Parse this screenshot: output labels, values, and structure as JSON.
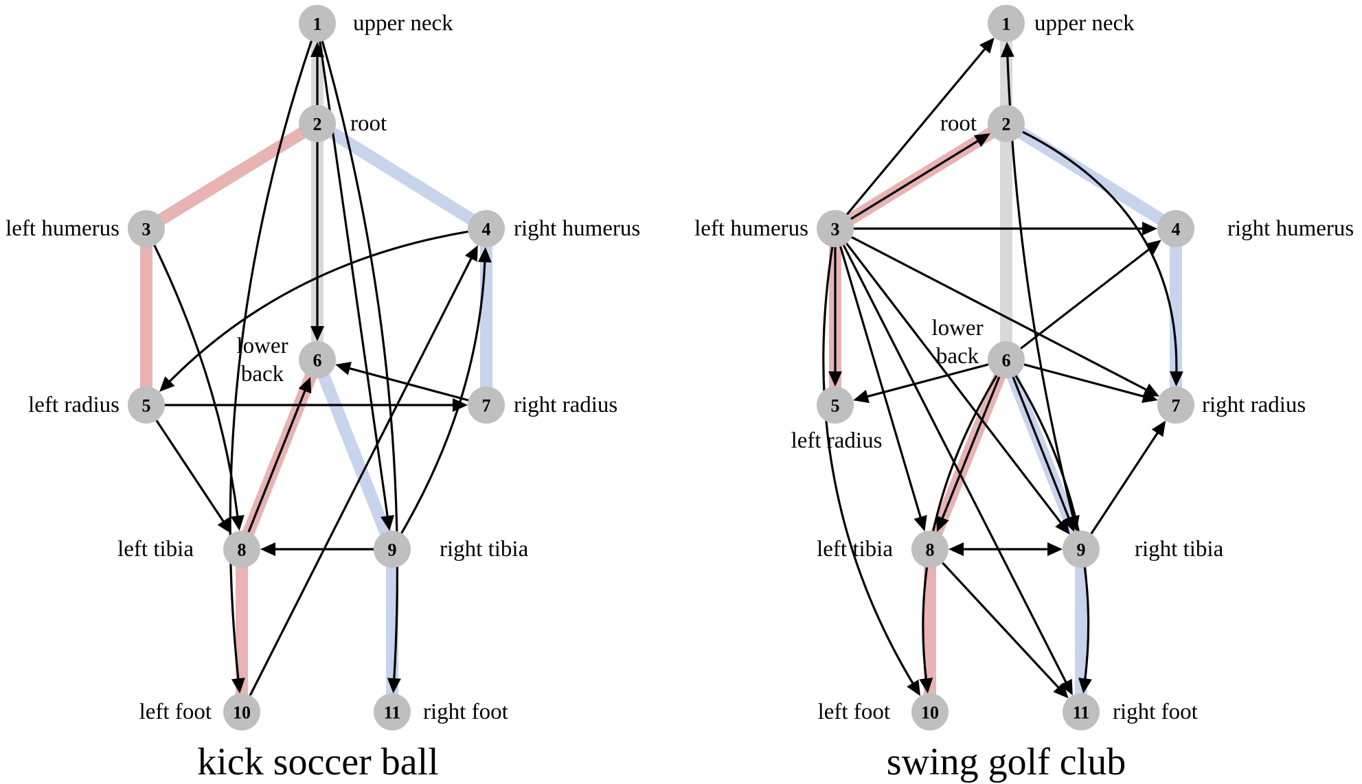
{
  "colors": {
    "node": "#bfbfbf",
    "bone_left": "#e8b3b3",
    "bone_right": "#c8d4ec",
    "bone_spine": "#d9d9d9",
    "edge": "#000000"
  },
  "joints": {
    "1": "upper neck",
    "2": "root",
    "3": "left humerus",
    "4": "right humerus",
    "5": "left radius",
    "6": "lower back",
    "7": "right radius",
    "8": "left tibia",
    "9": "right tibia",
    "10": "left foot",
    "11": "right foot"
  },
  "skeleton_bones": [
    {
      "from": "1",
      "to": "2",
      "side": "spine"
    },
    {
      "from": "2",
      "to": "6",
      "side": "spine"
    },
    {
      "from": "2",
      "to": "3",
      "side": "left"
    },
    {
      "from": "3",
      "to": "5",
      "side": "left"
    },
    {
      "from": "2",
      "to": "4",
      "side": "right"
    },
    {
      "from": "4",
      "to": "7",
      "side": "right"
    },
    {
      "from": "6",
      "to": "8",
      "side": "left"
    },
    {
      "from": "8",
      "to": "10",
      "side": "left"
    },
    {
      "from": "6",
      "to": "9",
      "side": "right"
    },
    {
      "from": "9",
      "to": "11",
      "side": "right"
    }
  ],
  "graphs": [
    {
      "title": "kick soccer ball",
      "edges": [
        {
          "from": "2",
          "to": "1",
          "bidirectional": false
        },
        {
          "from": "2",
          "to": "6",
          "bidirectional": false
        },
        {
          "from": "1",
          "to": "10",
          "bidirectional": false
        },
        {
          "from": "1",
          "to": "9",
          "bidirectional": false
        },
        {
          "from": "1",
          "to": "11",
          "bidirectional": false
        },
        {
          "from": "3",
          "to": "8",
          "bidirectional": false
        },
        {
          "from": "4",
          "to": "5",
          "bidirectional": false
        },
        {
          "from": "5",
          "to": "7",
          "bidirectional": false
        },
        {
          "from": "5",
          "to": "8",
          "bidirectional": false
        },
        {
          "from": "7",
          "to": "6",
          "bidirectional": false
        },
        {
          "from": "8",
          "to": "6",
          "bidirectional": false
        },
        {
          "from": "9",
          "to": "8",
          "bidirectional": false
        },
        {
          "from": "9",
          "to": "4",
          "bidirectional": false
        },
        {
          "from": "10",
          "to": "4",
          "bidirectional": false
        }
      ]
    },
    {
      "title": "swing golf club",
      "edges": [
        {
          "from": "3",
          "to": "1",
          "bidirectional": false
        },
        {
          "from": "3",
          "to": "2",
          "bidirectional": false
        },
        {
          "from": "3",
          "to": "4",
          "bidirectional": false
        },
        {
          "from": "3",
          "to": "7",
          "bidirectional": false
        },
        {
          "from": "3",
          "to": "5",
          "bidirectional": false
        },
        {
          "from": "3",
          "to": "8",
          "bidirectional": false
        },
        {
          "from": "3",
          "to": "11",
          "bidirectional": false
        },
        {
          "from": "3",
          "to": "9",
          "bidirectional": false
        },
        {
          "from": "3",
          "to": "10",
          "bidirectional": false
        },
        {
          "from": "2",
          "to": "7",
          "bidirectional": false
        },
        {
          "from": "9",
          "to": "1",
          "bidirectional": true
        },
        {
          "from": "6",
          "to": "4",
          "bidirectional": false
        },
        {
          "from": "6",
          "to": "5",
          "bidirectional": false
        },
        {
          "from": "6",
          "to": "7",
          "bidirectional": false
        },
        {
          "from": "6",
          "to": "8",
          "bidirectional": false
        },
        {
          "from": "6",
          "to": "9",
          "bidirectional": false
        },
        {
          "from": "6",
          "to": "10",
          "bidirectional": false
        },
        {
          "from": "6",
          "to": "11",
          "bidirectional": false
        },
        {
          "from": "8",
          "to": "9",
          "bidirectional": true
        },
        {
          "from": "8",
          "to": "11",
          "bidirectional": false
        },
        {
          "from": "9",
          "to": "7",
          "bidirectional": false
        }
      ]
    }
  ]
}
